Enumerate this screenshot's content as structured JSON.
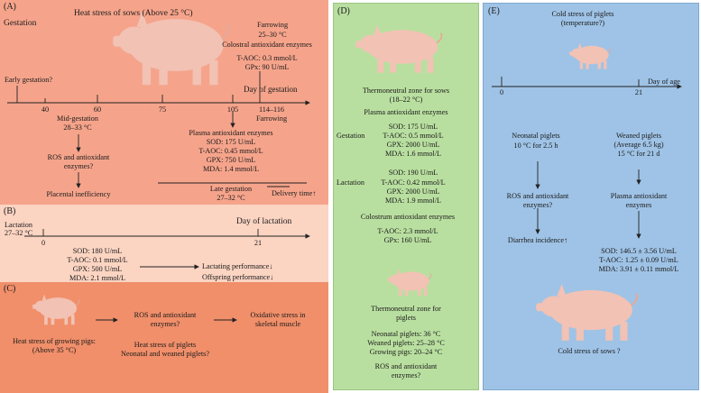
{
  "colors": {
    "panel_a": "#f5a48b",
    "panel_b": "#fbd4c2",
    "panel_c": "#f08f6a",
    "panel_d": "#b9dfa0",
    "panel_e": "#9fc3e6",
    "pig": "#f2c2b4"
  },
  "panelA": {
    "label": "(A)",
    "title": "Heat stress of sows (Above 25 °C)",
    "gestation": "Gestation",
    "farrowing_top": "Farrowing",
    "farrowing_top_temp": "25–30 °C",
    "colostral": "Colostral antioxidant enzymes",
    "colostral_taoc": "T-AOC: 0.3 mmol/L",
    "colostral_gpx": "GPx: 90 U/mL",
    "early_gestation": "Early gestation?",
    "ticks": [
      "40",
      "60",
      "75",
      "105",
      "114–116"
    ],
    "day_of_gestation": "Day of gestation",
    "farrowing_bottom": "Farrowing",
    "mid_gestation": "Mid-gestation",
    "mid_temp": "28–33 °C",
    "ros": "ROS and antioxidant",
    "ros2": "enzymes?",
    "placental": "Placental inefficiency",
    "plasma_title": "Plasma antioxidant enzymes",
    "sod": "SOD: 175 U/mL",
    "taoc": "T-AOC: 0.45 mmol/L",
    "gpx": "GPX: 750 U/mL",
    "mda": "MDA: 1.4 mmol/L",
    "late_gestation": "Late gestation",
    "late_temp": "27–32 °C",
    "delivery": "Delivery time↑"
  },
  "panelB": {
    "label": "(B)",
    "lactation": "Lactation",
    "lactation_temp": "27–32 °C",
    "day_of_lactation": "Day of lactation",
    "tick0": "0",
    "tick21": "21",
    "sod": "SOD: 180 U/mL",
    "taoc": "T-AOC: 0.1 mmol/L",
    "gpx": "GPX: 500 U/mL",
    "mda": "MDA: 2.1 mmol/L",
    "lactating": "Lactating performance↓",
    "offspring": "Offspring performance↓"
  },
  "panelC": {
    "label": "(C)",
    "growing1": "Heat stress of growing pigs:",
    "growing2": "(Above 35 °C)",
    "ros1": "ROS and antioxidant",
    "ros2": "enzymes?",
    "oxidative1": "Oxidative stress in",
    "oxidative2": "skeletal muscle",
    "piglets1": "Heat stress of piglets",
    "piglets2": "Neonatal and weaned piglets?"
  },
  "panelD": {
    "label": "(D)",
    "thermo_sows1": "Thermoneutral zone for sows",
    "thermo_sows2": "(18–22 °C)",
    "plasma": "Plasma antioxidant enzymes",
    "gestation": "Gestation",
    "g_sod": "SOD: 175 U/mL",
    "g_taoc": "T-AOC: 0.5 mmol/L",
    "g_gpx": "GPX: 2000 U/mL",
    "g_mda": "MDA: 1.6 mmol/L",
    "lactation": "Lactation",
    "l_sod": "SOD: 190 U/mL",
    "l_taoc": "T-AOC: 0.42 mmol/L",
    "l_gpx": "GPX: 2000 U/mL",
    "l_mda": "MDA: 1.9 mmol/L",
    "colostrum": "Colostrum antioxidant enzymes",
    "c_taoc": "T-AOC: 2.3 mmol/L",
    "c_gpx": "GPx: 160 U/mL",
    "thermo_piglets1": "Thermoneutral zone for",
    "thermo_piglets2": "piglets",
    "neonatal": "Neonatal piglets: 36 °C",
    "weaned": "Weaned piglets: 25–28 °C",
    "growing": "Growing pigs: 20–24 °C",
    "ros1": "ROS and antioxidant",
    "ros2": "enzymes?"
  },
  "panelE": {
    "label": "(E)",
    "cold_piglets1": "Cold stress of piglets",
    "cold_piglets2": "(temperature?)",
    "day_of_age": "Day of age",
    "tick0": "0",
    "tick21": "21",
    "neonatal1": "Neonatal piglets",
    "neonatal2": "10 °C for 2.5 h",
    "weaned1": "Weaned piglets",
    "weaned2": "(Average 6.5 kg)",
    "weaned3": "15 °C for 21 d",
    "ros1": "ROS and antioxidant",
    "ros2": "enzymes?",
    "plasma1": "Plasma antioxidant",
    "plasma2": "enzymes",
    "diarrhea": "Diarrhea incidence↑",
    "sod": "SOD: 146.5 ± 3.56 U/mL",
    "taoc": "T-AOC: 1.25 ± 0.09 U/mL",
    "mda": "MDA: 3.91 ± 0.11 mmol/L",
    "cold_sows": "Cold stress of sows ?"
  }
}
